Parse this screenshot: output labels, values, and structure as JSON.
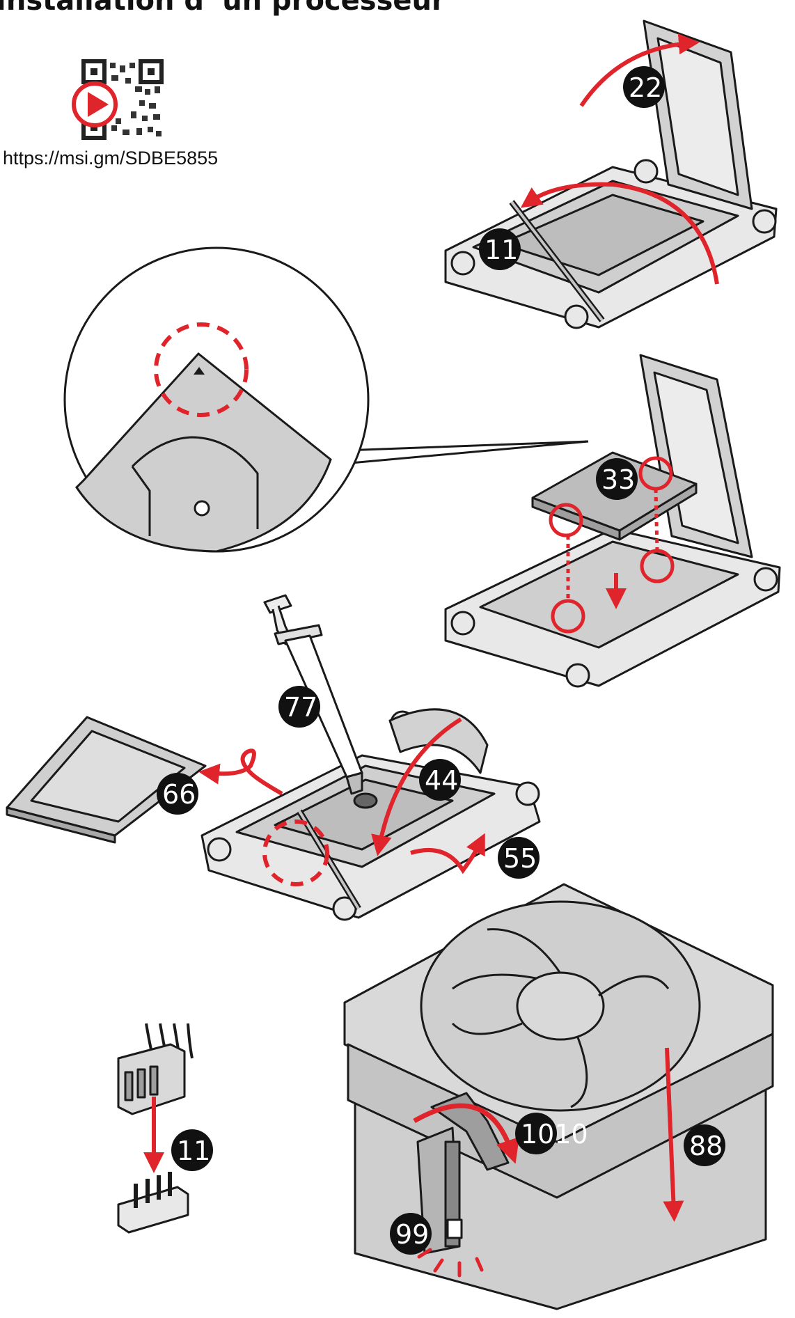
{
  "title": "Installation d'  un processeur",
  "url": "https://msi.gm/SDBE5855",
  "colors": {
    "accent": "#e0242b",
    "outline": "#1a1a1a",
    "part_fill": "#d9d9d9",
    "socket_fill": "#eeeeee"
  },
  "icons": {
    "qr": "qr-code-icon",
    "play": "play-icon"
  },
  "steps": [
    {
      "label": "11"
    },
    {
      "label": "22"
    },
    {
      "label": "33"
    },
    {
      "label": "44"
    },
    {
      "label": "55"
    },
    {
      "label": "66"
    },
    {
      "label": "77"
    },
    {
      "label": "88"
    },
    {
      "label": "99"
    },
    {
      "label": "1010"
    },
    {
      "label": "11"
    }
  ]
}
